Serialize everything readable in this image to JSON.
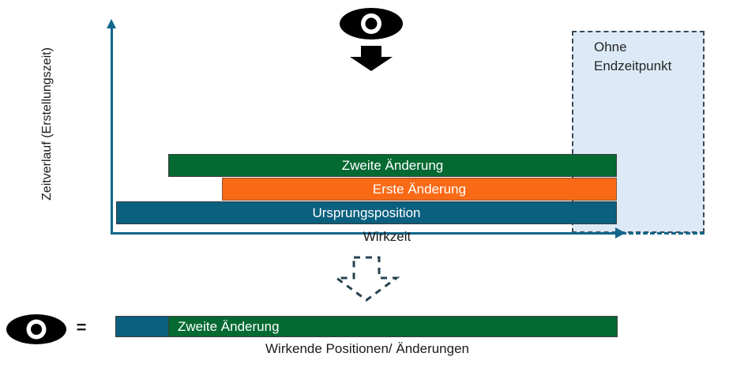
{
  "diagram": {
    "title_hidden": "",
    "axes": {
      "y_label": "Zeitverlauf (Erstellungszeit)",
      "x_label": "Wirkzeit"
    },
    "open_region": {
      "label": "Ohne\nEndzeitpunkt",
      "fill_color": "#dbeaf6",
      "border_color": "#3a4a57",
      "border_style": "dashed"
    },
    "bars": [
      {
        "label": "Zweite Änderung",
        "color": "#046A32",
        "row": 0
      },
      {
        "label": "Erste Änderung",
        "color": "#F96A17",
        "row": 1
      },
      {
        "label": "Ursprungsposition",
        "color": "#0A607E",
        "row": 2
      }
    ],
    "icons": {
      "top_view": "eye-down-arrow-icon",
      "transform": "dashed-down-arrow-icon",
      "legend_view": "eye-icon"
    },
    "legend": {
      "equals_symbol": "=",
      "result_segments": [
        {
          "label": "",
          "color": "#0A607E"
        },
        {
          "label": "Zweite Änderung",
          "color": "#046A32"
        }
      ],
      "caption": "Wirkende Positionen/ Änderungen"
    },
    "colors": {
      "axis": "#12678c",
      "green": "#046A32",
      "orange": "#F96A17",
      "teal": "#0A607E",
      "region_fill": "#dbeaf6"
    }
  },
  "chart_data": {
    "type": "bar",
    "title": "",
    "xlabel": "Wirkzeit",
    "ylabel": "Zeitverlauf (Erstellungszeit)",
    "orientation": "horizontal",
    "categories": [
      "Zweite Änderung",
      "Erste Änderung",
      "Ursprungsposition"
    ],
    "series": [
      {
        "name": "Zweite Änderung",
        "start": 0.105,
        "end": 0.99,
        "color": "#046A32"
      },
      {
        "name": "Erste Änderung",
        "start": 0.215,
        "end": 0.99,
        "color": "#F96A17"
      },
      {
        "name": "Ursprungsposition",
        "start": 0.01,
        "end": 0.99,
        "color": "#0A607E"
      }
    ],
    "annotations": [
      {
        "text": "Ohne Endzeitpunkt",
        "type": "region",
        "x_start": 0.9,
        "x_end": 1.16
      }
    ],
    "grid": false,
    "legend": "none"
  }
}
